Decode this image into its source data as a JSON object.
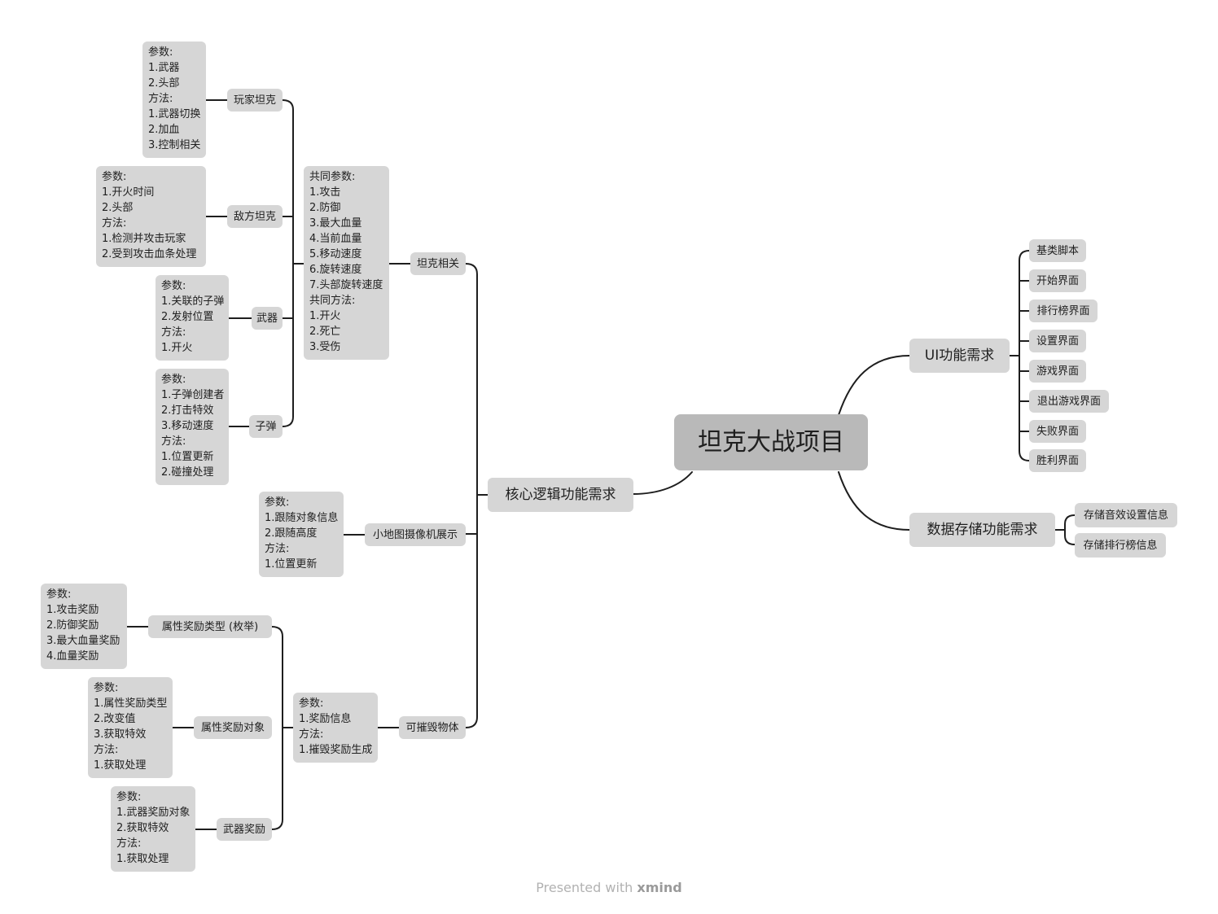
{
  "center": "坦克大战项目",
  "ui_branch": {
    "title": "UI功能需求",
    "items": [
      "基类脚本",
      "开始界面",
      "排行榜界面",
      "设置界面",
      "游戏界面",
      "退出游戏界面",
      "失败界面",
      "胜利界面"
    ]
  },
  "storage_branch": {
    "title": "数据存储功能需求",
    "items": [
      "存储音效设置信息",
      "存储排行榜信息"
    ]
  },
  "core_branch": {
    "title": "核心逻辑功能需求",
    "tank": {
      "title": "坦克相关",
      "common": "共同参数:\n1.攻击\n2.防御\n3.最大血量\n4.当前血量\n5.移动速度\n6.旋转速度\n7.头部旋转速度\n共同方法:\n1.开火\n2.死亡\n3.受伤",
      "player": {
        "title": "玩家坦克",
        "detail": "参数:\n1.武器\n2.头部\n方法:\n1.武器切换\n2.加血\n3.控制相关"
      },
      "enemy": {
        "title": "敌方坦克",
        "detail": "参数:\n1.开火时间\n2.头部\n方法:\n1.检测并攻击玩家\n2.受到攻击血条处理"
      },
      "weapon": {
        "title": "武器",
        "detail": "参数:\n1.关联的子弹\n2.发射位置\n方法:\n1.开火"
      },
      "bullet": {
        "title": "子弹",
        "detail": "参数:\n1.子弹创建者\n2.打击特效\n3.移动速度\n方法:\n1.位置更新\n2.碰撞处理"
      }
    },
    "minimap": {
      "title": "小地图摄像机展示",
      "detail": "参数:\n1.跟随对象信息\n2.跟随高度\n方法:\n1.位置更新"
    },
    "destructible": {
      "title": "可摧毁物体",
      "detail": "参数:\n1.奖励信息\n方法:\n1.摧毁奖励生成",
      "attr_type": {
        "title": "属性奖励类型 (枚举)",
        "detail": "参数:\n1.攻击奖励\n2.防御奖励\n3.最大血量奖励\n4.血量奖励"
      },
      "attr_object": {
        "title": "属性奖励对象",
        "detail": "参数:\n1.属性奖励类型\n2.改变值\n3.获取特效\n方法:\n1.获取处理"
      },
      "weapon_reward": {
        "title": "武器奖励",
        "detail": "参数:\n1.武器奖励对象\n2.获取特效\n方法:\n1.获取处理"
      }
    }
  },
  "footer": {
    "prefix": "Presented with ",
    "brand": "xmind"
  }
}
